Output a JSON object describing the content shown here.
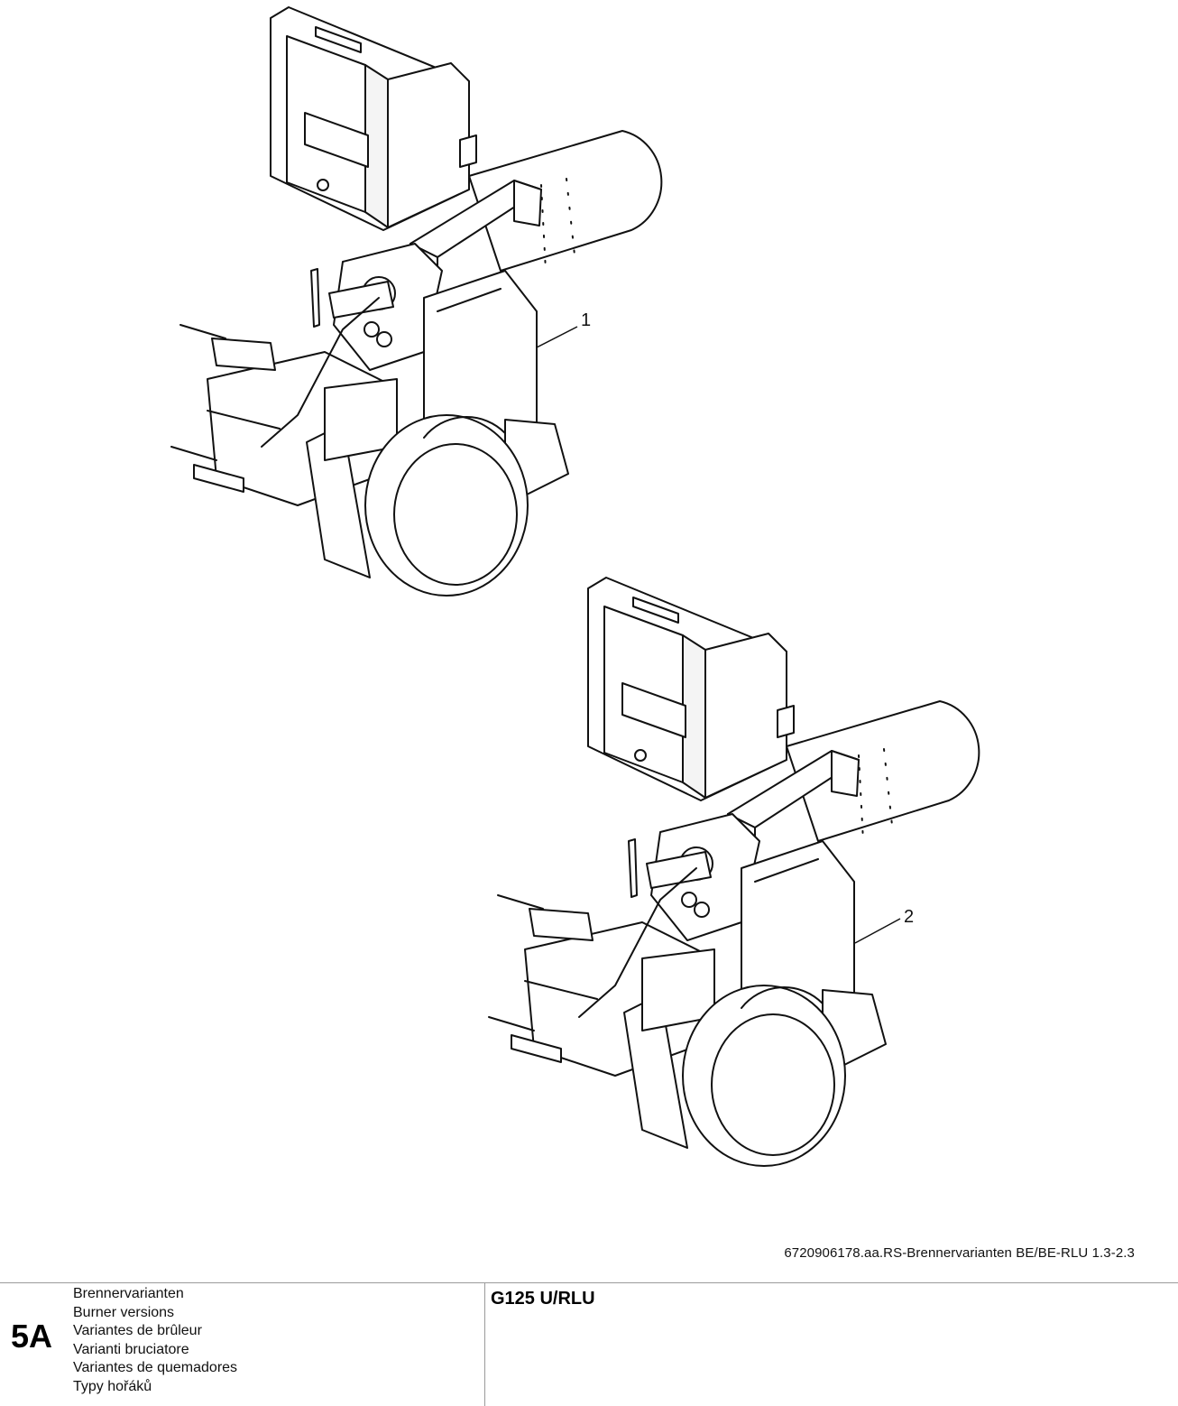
{
  "drawing": {
    "callouts": [
      "1",
      "2"
    ],
    "reference": "6720906178.aa.RS-Brennervarianten BE/BE-RLU 1.3-2.3"
  },
  "titleblock": {
    "section": "5A",
    "titles": [
      "Brennervarianten",
      "Burner versions",
      "Variantes de brûleur",
      "Varianti bruciatore",
      "Variantes de quemadores",
      "Typy hořáků"
    ],
    "model": "G125 U/RLU"
  }
}
